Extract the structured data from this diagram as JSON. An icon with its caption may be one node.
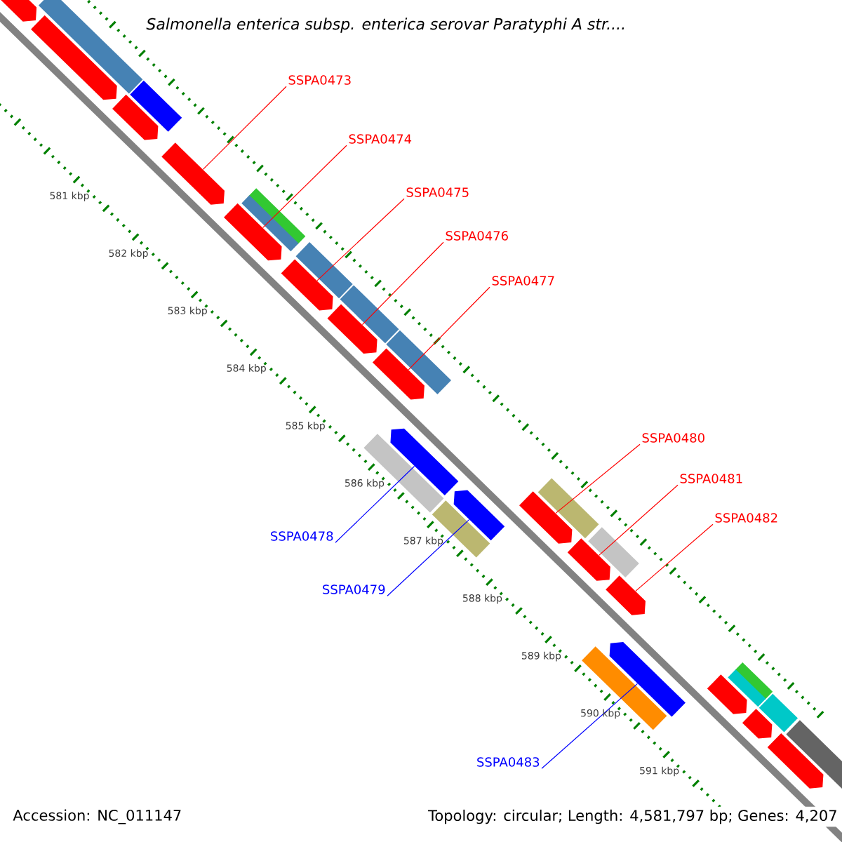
{
  "diagram": {
    "title": "Salmonella enterica subsp. enterica serovar Paratyphi A str....",
    "nodes": [
      {
        "text": [
          "SSPA0473"
        ]
      },
      {
        "text": [
          "SSPA0474"
        ]
      },
      {
        "text": [
          "SSPA0475"
        ]
      },
      {
        "text": [
          "SSPA0476"
        ]
      },
      {
        "text": [
          "SSPA0477"
        ]
      },
      {
        "text": [
          "SSPA0480"
        ]
      },
      {
        "text": [
          "SSPA0481"
        ]
      },
      {
        "text": [
          "SSPA0482"
        ]
      },
      {
        "text": [
          "SSPA0478"
        ]
      },
      {
        "text": [
          "SSPA0479"
        ]
      },
      {
        "text": [
          "SSPA0483"
        ]
      },
      {
        "text": [],
        "shape": "box"
      },
      {
        "text": [],
        "shape": "arrow"
      },
      {
        "text": [],
        "shape": "arrow"
      },
      {
        "text": [],
        "shape": "arrow"
      },
      {
        "text": [],
        "shape": "box"
      },
      {
        "text": [],
        "shape": "arrow"
      },
      {
        "text": [],
        "shape": "arrow"
      },
      {
        "text": [],
        "shape": "box"
      },
      {
        "text": [],
        "shape": "box"
      },
      {
        "text": [],
        "shape": "box"
      },
      {
        "text": [],
        "shape": "arrow"
      },
      {
        "text": [],
        "shape": "box"
      },
      {
        "text": [],
        "shape": "arrow"
      },
      {
        "text": [],
        "shape": "box"
      },
      {
        "text": [],
        "shape": "arrow"
      },
      {
        "text": [],
        "shape": "box"
      },
      {
        "text": [],
        "shape": "arrow"
      },
      {
        "text": [],
        "shape": "arrow"
      },
      {
        "text": [],
        "shape": "box"
      },
      {
        "text": [],
        "shape": "arrow"
      },
      {
        "text": [],
        "shape": "box"
      },
      {
        "text": [],
        "shape": "arrow"
      },
      {
        "text": [],
        "shape": "box"
      },
      {
        "text": [],
        "shape": "arrow"
      },
      {
        "text": [],
        "shape": "box"
      },
      {
        "text": [],
        "shape": "arrow"
      },
      {
        "text": [],
        "shape": "arrow"
      },
      {
        "text": [],
        "shape": "box"
      },
      {
        "text": [],
        "shape": "box"
      },
      {
        "text": [],
        "shape": "arrow"
      },
      {
        "text": [],
        "shape": "box"
      },
      {
        "text": [],
        "shape": "arrow"
      },
      {
        "text": [],
        "shape": "box"
      }
    ],
    "edges": [
      {
        "from": 0,
        "to": 16,
        "arrow": "none"
      },
      {
        "from": 1,
        "to": 17,
        "arrow": "none"
      },
      {
        "from": 2,
        "to": 21,
        "arrow": "none"
      },
      {
        "from": 3,
        "to": 23,
        "arrow": "none"
      },
      {
        "from": 4,
        "to": 25,
        "arrow": "none"
      },
      {
        "from": 5,
        "to": 30,
        "arrow": "none"
      },
      {
        "from": 6,
        "to": 32,
        "arrow": "none"
      },
      {
        "from": 7,
        "to": 34,
        "arrow": "none"
      },
      {
        "from": 8,
        "to": 27,
        "arrow": "none",
        "color": "#0000ff"
      },
      {
        "from": 9,
        "to": 28,
        "arrow": "none",
        "color": "#0000ff"
      },
      {
        "from": 10,
        "to": 36,
        "arrow": "none",
        "color": "#0000ff"
      }
    ],
    "labels": [
      "581 kbp",
      "582 kbp",
      "583 kbp",
      "584 kbp",
      "585 kbp",
      "586 kbp",
      "587 kbp",
      "588 kbp",
      "589 kbp",
      "590 kbp",
      "591 kbp",
      "Accession: NC_011147",
      "Topology: circular; Length: 4,581,797 bp; Genes: 4,207"
    ]
  }
}
